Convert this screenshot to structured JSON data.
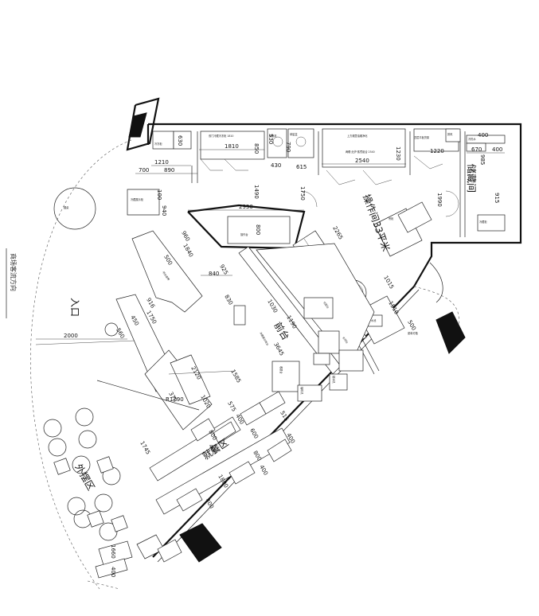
{
  "rooms": {
    "storage": "储藏间",
    "kitchen": "操作间33平米",
    "front_counter": "前台",
    "entrance": "入口",
    "outdoor_seating": "外摆区",
    "dining": "就餐区"
  },
  "side_note": "商场客流方向",
  "dimensions": {
    "d630": "630",
    "d1210": "1210",
    "d700": "700",
    "d890": "890",
    "d1810": "1810",
    "d850": "850",
    "d530": "530",
    "d790": "790",
    "d430": "430",
    "d615": "615",
    "d2540": "2540",
    "d1230": "1230",
    "d1220": "1220",
    "d400a": "400",
    "d670": "670",
    "d400b": "400",
    "d985": "985",
    "d915": "915",
    "d1490": "1490",
    "d1750a": "1750",
    "d2930": "2930",
    "d800": "800",
    "d2265": "2265",
    "d1990": "1990",
    "d940": "940",
    "d100": "100",
    "d960": "960",
    "d1840": "1840",
    "d925": "925",
    "d840": "840",
    "d500a": "500",
    "d830": "830",
    "d1030": "1030",
    "d3645": "3645",
    "d1190": "1190",
    "d450": "450",
    "d916": "916",
    "d1750b": "1750",
    "d560": "560",
    "d2000": "2000",
    "d2120": "2120",
    "d1585": "1585",
    "d1015": "1015",
    "d1510": "1510",
    "d500b": "500",
    "d575": "575",
    "d400c": "400",
    "d1020": "1020",
    "d515": "515",
    "d600": "600",
    "d400d": "400",
    "d800b": "800",
    "d400e": "400",
    "d800c": "800",
    "d400f": "400",
    "d1800": "1800",
    "d400g": "400",
    "d1745": "1745",
    "d1660": "1660",
    "d400h": "400",
    "d370": "370",
    "radius": "R1790"
  },
  "equipment": {
    "e_two_door_fridge": "双门冷藏冷冻柜 1810",
    "e_freezer_top": "冷冻柜",
    "e_dish": "洗碗机",
    "e_sink_a": "单星盆",
    "e_hood": "上方烟罩油烟净化",
    "e_range": "两眼·灶炉·蒸煮组合 2540",
    "e_shelf": "四层平板货架",
    "e_fan": "排风",
    "e_water": "冷热水",
    "e_counter_top": "操作台",
    "e_display": "冷藏展示柜",
    "e_front_cab": "冷藏展示柜台",
    "e_cash": "收银台",
    "e_coffee": "咖啡机",
    "e_ice": "制冰机",
    "e_sink_b": "水池",
    "e_round_table": "圆桌",
    "e_bench": "吧台座椅",
    "e_prep": "切配台",
    "e_wall_cab": "吊柜",
    "e_bar": "水吧台",
    "e_board": "菜单灯箱",
    "e_fridge_small": "冷藏柜"
  }
}
